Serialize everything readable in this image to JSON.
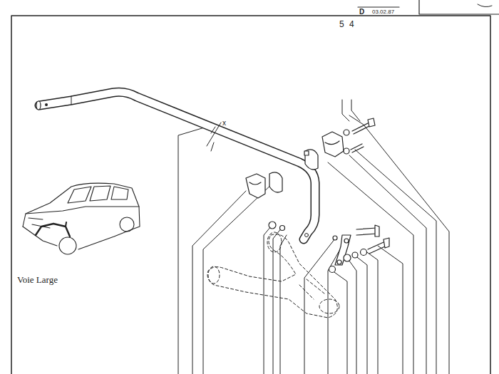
{
  "diagram": {
    "labels": [
      "5",
      "4",
      "D",
      "03.02.87",
      "x",
      "Voie Large"
    ]
  }
}
